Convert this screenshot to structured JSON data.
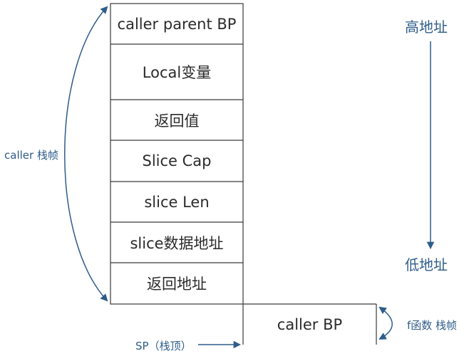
{
  "stack_cells": [
    "caller parent BP",
    "Local变量",
    "返回值",
    "Slice Cap",
    "slice Len",
    "slice数据地址",
    "返回地址"
  ],
  "callee_cell": "caller BP",
  "labels": {
    "high_address": "高地址",
    "low_address": "低地址",
    "caller_frame": "caller 栈帧",
    "callee_frame": "f函数 栈帧",
    "sp": "SP（栈顶）"
  },
  "colors": {
    "border": "#3a3a3a",
    "arrow": "#2f5d8a",
    "text": "#2b2b2b",
    "label": "#2f5d8a"
  }
}
